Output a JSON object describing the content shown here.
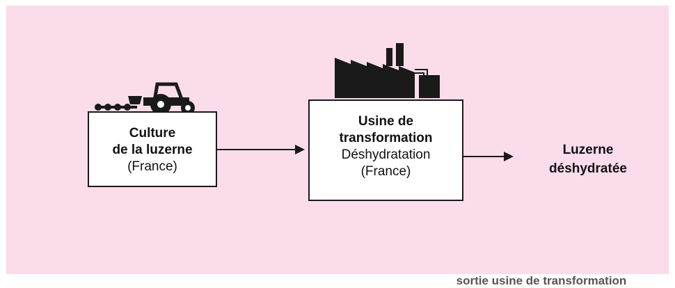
{
  "diagram": {
    "box1": {
      "line1": "Culture",
      "line2": "de la luzerne",
      "line3": "(France)"
    },
    "box2": {
      "line1": "Usine de",
      "line2": "transformation",
      "line3": "Déshydratation",
      "line4": "(France)"
    },
    "output": {
      "line1": "Luzerne",
      "line2": "déshydratée"
    }
  },
  "caption": "sortie usine de transformation",
  "colors": {
    "background": "#fadcea",
    "box_fill": "#ffffff",
    "ink": "#1a1a1a",
    "caption_text": "#555555"
  },
  "icons": [
    "tractor-seeder-icon",
    "factory-icon"
  ]
}
